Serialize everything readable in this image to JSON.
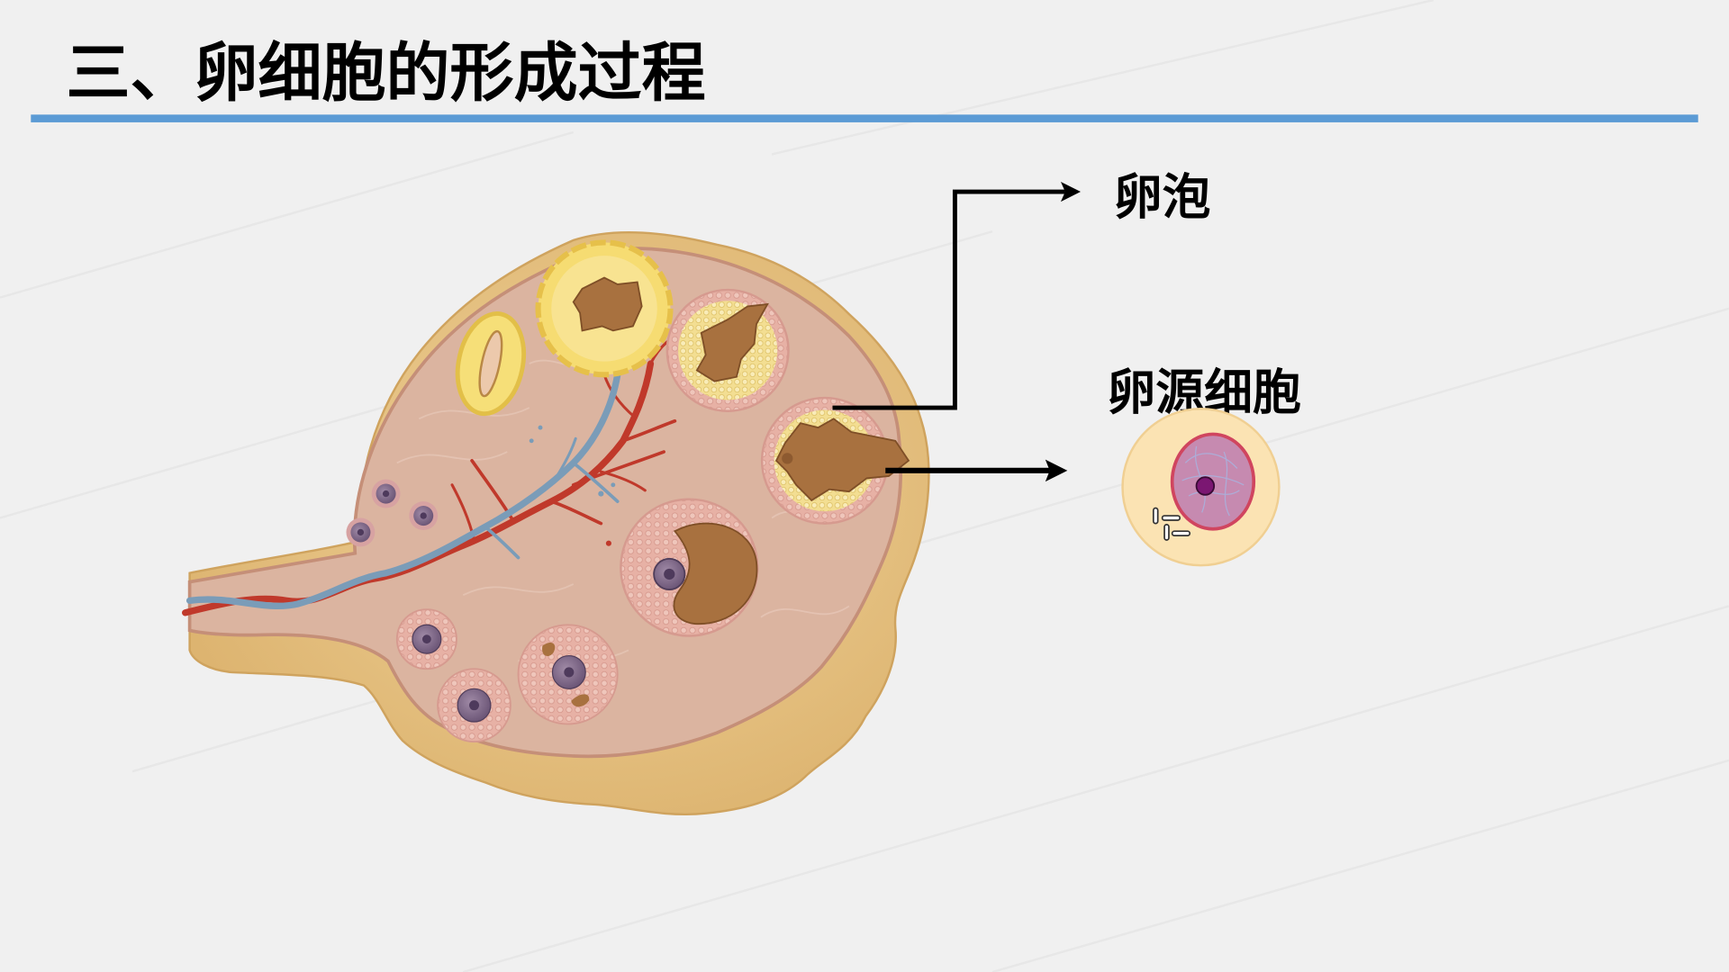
{
  "slide": {
    "title": "三、卵细胞的形成过程",
    "labels": {
      "follicle": "卵泡",
      "oogonium": "卵源细胞"
    }
  },
  "colors": {
    "background": "#f0f0f0",
    "title_rule": "#5b9bd5",
    "text": "#000000",
    "arrow": "#000000",
    "ovary_outer": "#e6c182",
    "ovary_inner": "#dbb4a0",
    "artery": "#c0392b",
    "vein": "#7a9cb8",
    "cell_cytoplasm": "#fbe3b3",
    "cell_nucleus": "#c68ab0",
    "cell_nucleolus": "#7b1772"
  }
}
